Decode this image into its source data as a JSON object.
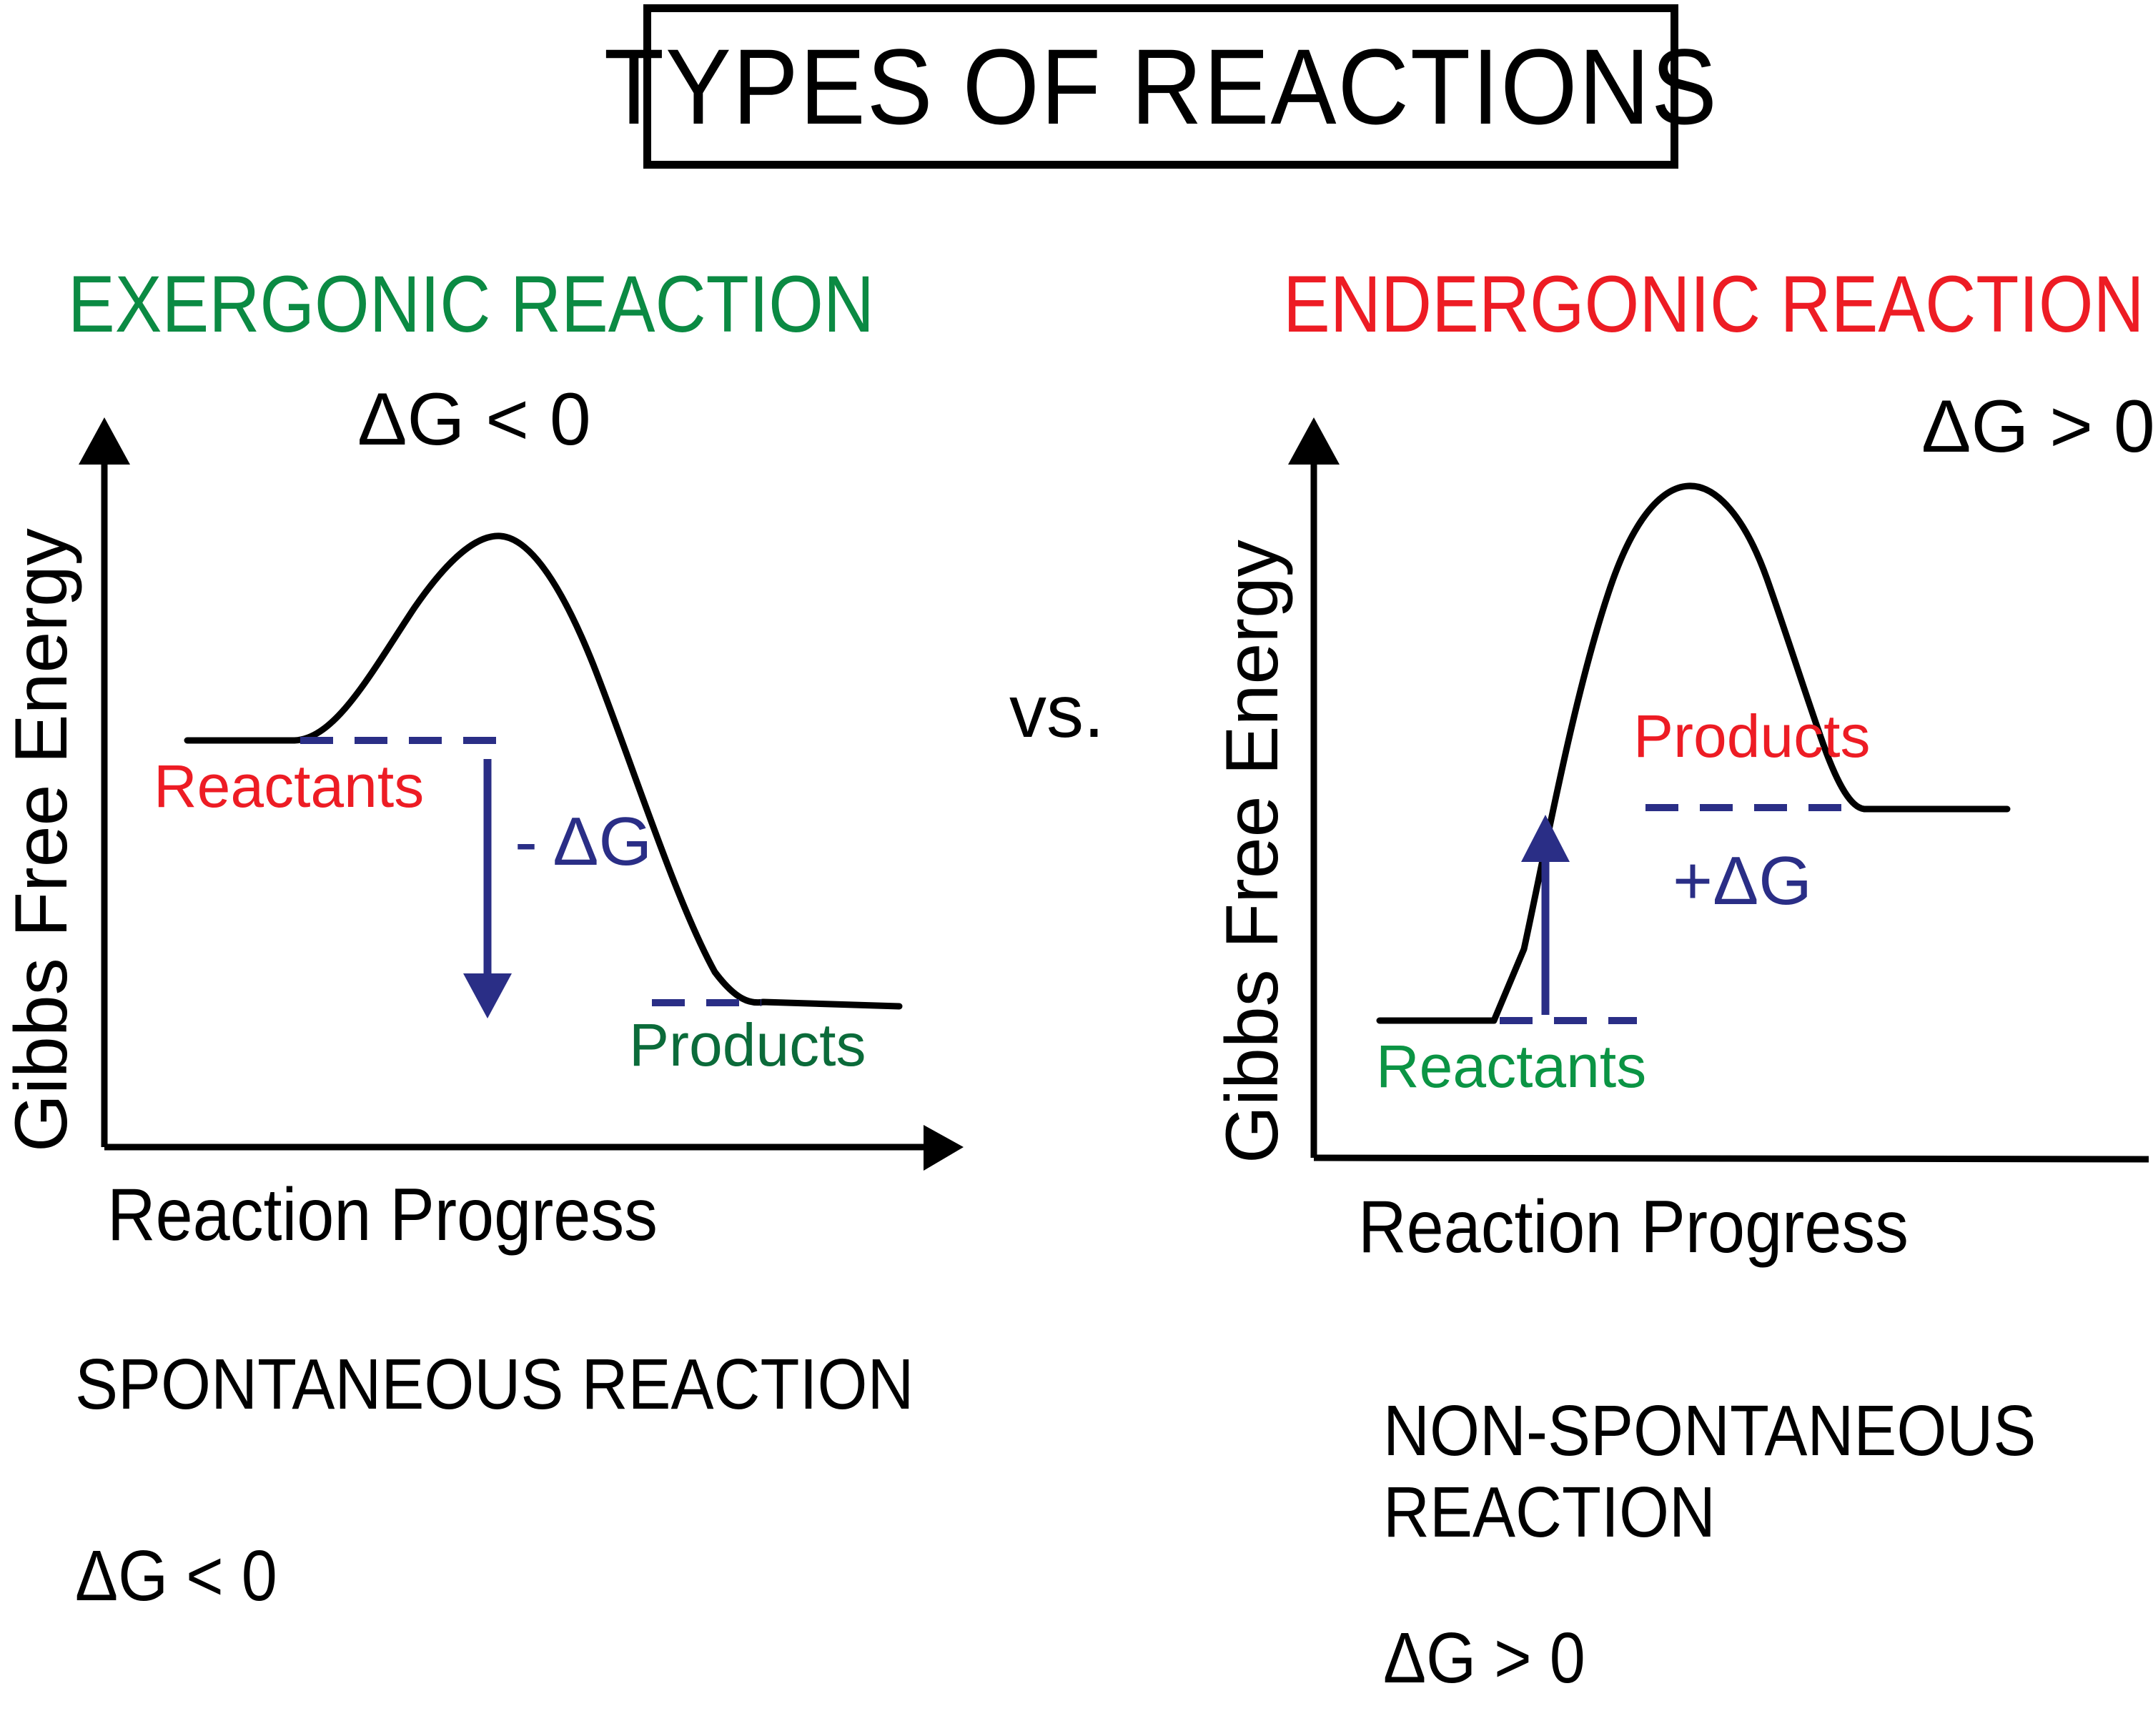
{
  "title": "TYPES OF REACTIONS",
  "comparator": "vs.",
  "colors": {
    "exergonic_green": "#0B8A43",
    "endergonic_red": "#ED1C24",
    "delta_g_navy": "#2A2E86",
    "products_green": "#0B6B3A",
    "reactants_red": "#ED1C24",
    "curve_black": "#000000"
  },
  "left_panel": {
    "heading": "EXERGONIC REACTION",
    "curve_note": "ΔG <  0",
    "y_axis_title": "Gibbs Free Energy",
    "x_axis_title": "Reaction Progress",
    "reactants_label": "Reactants",
    "products_label": "Products",
    "delta_g_arrow_label": "- ΔG",
    "conclusion": "SPONTANEOUS REACTION",
    "delta_g_value": "ΔG <  0"
  },
  "right_panel": {
    "heading": "ENDERGONIC REACTION",
    "curve_note": "ΔG >  0",
    "y_axis_title": "Gibbs Free Energy",
    "x_axis_title": "Reaction Progress",
    "reactants_label": "Reactants",
    "products_label": "Products",
    "delta_g_arrow_label": "+ΔG",
    "conclusion": "NON-SPONTANEOUS\nREACTION",
    "delta_g_value": "ΔG >  0"
  },
  "chart_data": [
    {
      "type": "line",
      "name": "exergonic-energy-diagram",
      "title": "EXERGONIC REACTION",
      "xlabel": "Reaction Progress",
      "ylabel": "Gibbs Free Energy",
      "annotation": "ΔG <  0",
      "x": [
        0.1,
        0.18,
        0.26,
        0.34,
        0.42,
        0.5,
        0.58,
        0.66,
        0.74,
        0.8,
        0.88,
        1.0
      ],
      "y": [
        0.57,
        0.57,
        0.7,
        0.84,
        0.92,
        0.93,
        0.86,
        0.7,
        0.46,
        0.23,
        0.21,
        0.2
      ],
      "levels": [
        {
          "name": "Reactants",
          "value": 0.57,
          "color": "#ED1C24"
        },
        {
          "name": "Products",
          "value": 0.2,
          "color": "#0B6B3A"
        }
      ],
      "delta_g": {
        "label": "- ΔG",
        "sign": "negative",
        "from": 0.57,
        "to": 0.2,
        "color": "#2A2E86"
      },
      "grid": false,
      "legend": "none"
    },
    {
      "type": "line",
      "name": "endergonic-energy-diagram",
      "title": "ENDERGONIC REACTION",
      "xlabel": "Reaction Progress",
      "ylabel": "Gibbs Free Energy",
      "annotation": "ΔG >  0",
      "x": [
        0.06,
        0.16,
        0.22,
        0.3,
        0.38,
        0.46,
        0.52,
        0.6,
        0.66,
        0.72,
        0.8,
        1.0
      ],
      "y": [
        0.19,
        0.19,
        0.42,
        0.74,
        0.94,
        1.0,
        1.0,
        0.92,
        0.74,
        0.55,
        0.55,
        0.55
      ],
      "levels": [
        {
          "name": "Reactants",
          "value": 0.19,
          "color": "#0B9444"
        },
        {
          "name": "Products",
          "value": 0.55,
          "color": "#ED1C24"
        }
      ],
      "delta_g": {
        "label": "+ΔG",
        "sign": "positive",
        "from": 0.19,
        "to": 0.55,
        "color": "#2A2E86"
      },
      "grid": false,
      "legend": "none"
    }
  ]
}
